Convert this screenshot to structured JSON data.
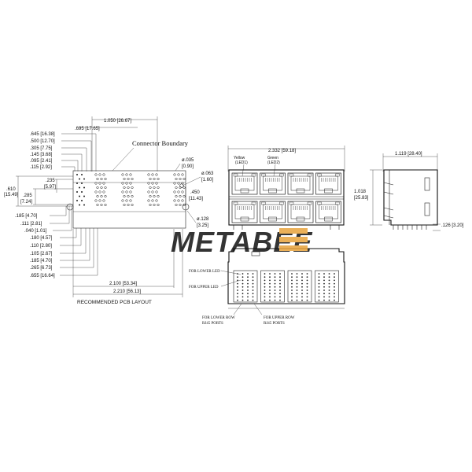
{
  "pcb_layout": {
    "top_dims": [
      "1.050 [26.67]",
      ".695 [17.65]"
    ],
    "left_dims": [
      ".645 [16.38]",
      ".500 [12.70]",
      ".305 [7.75]",
      ".145 [3.68]",
      ".095 [2.41]",
      ".115 [2.92]"
    ],
    "mid_left_dims": [
      ".235",
      "[5.97]",
      ".610",
      "[15.49]",
      ".285",
      "[7.24]"
    ],
    "lower_left_dims": [
      ".185 [4.70]",
      ".111 [2.81]",
      ".040 [1.01]",
      ".180 [4.57]",
      ".110 [2.80]",
      ".105 [2.67]",
      ".185 [4.70]",
      ".265 [6.73]",
      ".655 [16.64]"
    ],
    "connector_boundary": "Connector Boundary",
    "hole_dims": [
      "ø.035",
      "[0.90]",
      "ø.063",
      "[1.60]",
      ".450",
      "[11.43]",
      "ø.128",
      "[3.25]"
    ],
    "bottom_dims": [
      "2.100 [53.34]",
      "2.210 [56.13]"
    ],
    "caption": "RECOMMENDED PCB LAYOUT"
  },
  "front_view": {
    "width_dim": "2.332 [59.18]",
    "led_labels": [
      "Yellow",
      "(LED1)",
      "Green",
      "(LED2)"
    ]
  },
  "side_view": {
    "width_dim": "1.119 [28.40]",
    "height_dim": [
      "1.018",
      "[25.83]"
    ],
    "pin_dim": ".126 [3.20]"
  },
  "bottom_view": {
    "led_labels": [
      "FOR LOWER LED",
      "FOR UPPER LED"
    ],
    "port_labels": [
      "FOR LOWER ROW",
      "RJ45 PORTS",
      "FOR UPPER ROW",
      "RJ45 PORTS"
    ]
  },
  "watermark": "METABEE",
  "colors": {
    "line": "#222222",
    "watermark_dark": "#3a3a3a",
    "watermark_orange": "#e8a33c"
  }
}
